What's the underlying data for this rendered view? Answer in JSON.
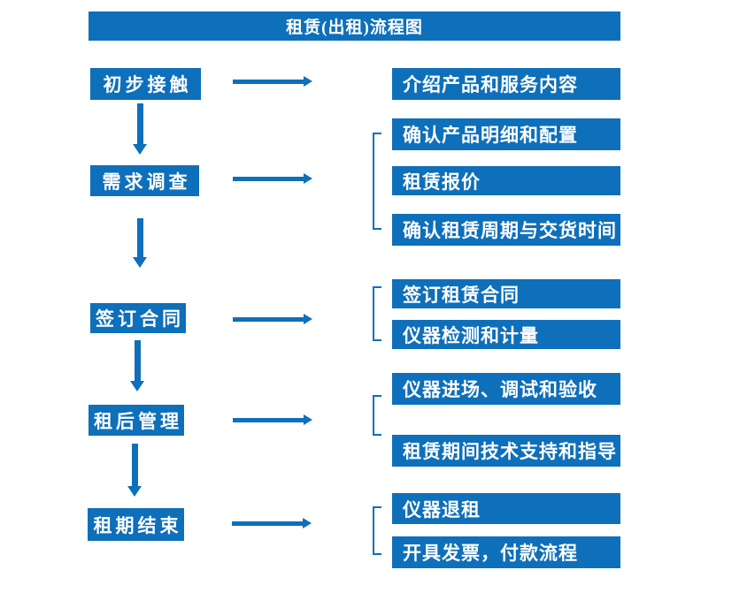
{
  "title": "租赁(出租)流程图",
  "colors": {
    "primary": "#0e6fba",
    "box_text": "#ffffff",
    "background": "#ffffff"
  },
  "stages": [
    {
      "label": "初步接触"
    },
    {
      "label": "需求调查"
    },
    {
      "label": "签订合同"
    },
    {
      "label": "租后管理"
    },
    {
      "label": "租期结束"
    }
  ],
  "details": [
    {
      "label": "介绍产品和服务内容"
    },
    {
      "label": "确认产品明细和配置"
    },
    {
      "label": "租赁报价"
    },
    {
      "label": "确认租赁周期与交货时间"
    },
    {
      "label": "签订租赁合同"
    },
    {
      "label": "仪器检测和计量"
    },
    {
      "label": "仪器进场、调试和验收"
    },
    {
      "label": "租赁期间技术支持和指导"
    },
    {
      "label": "仪器退租"
    },
    {
      "label": "开具发票，付款流程"
    }
  ]
}
